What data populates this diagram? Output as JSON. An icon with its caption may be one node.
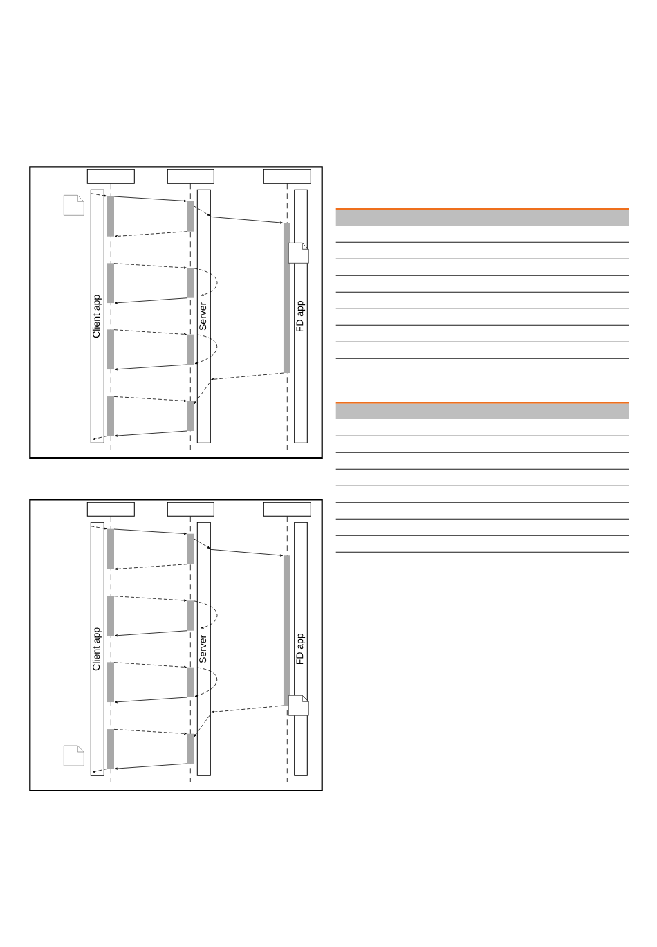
{
  "diagram": {
    "nodes": [
      {
        "text": [],
        "shape": "box"
      },
      {
        "text": [],
        "shape": "box"
      },
      {
        "text": [],
        "shape": "box"
      },
      {
        "text": [
          "Client app"
        ]
      },
      {
        "text": [
          "Server"
        ]
      },
      {
        "text": [
          "FD app"
        ]
      },
      {
        "text": [],
        "shape": "bar"
      },
      {
        "text": [],
        "shape": "bar"
      },
      {
        "text": [],
        "shape": "bar"
      },
      {
        "text": [],
        "shape": "bar"
      },
      {
        "text": [],
        "shape": "bar"
      },
      {
        "text": [],
        "shape": "bar"
      },
      {
        "text": [],
        "shape": "bar"
      },
      {
        "text": [],
        "shape": "bar"
      },
      {
        "text": [],
        "shape": "bar"
      },
      {
        "text": [],
        "shape": "box"
      },
      {
        "text": [],
        "shape": "box"
      },
      {
        "text": [],
        "shape": "box"
      },
      {
        "text": [
          "Client app"
        ]
      },
      {
        "text": [
          "Server"
        ]
      },
      {
        "text": [
          "FD app"
        ]
      },
      {
        "text": [],
        "shape": "bar"
      },
      {
        "text": [],
        "shape": "bar"
      },
      {
        "text": [],
        "shape": "bar"
      },
      {
        "text": [],
        "shape": "bar"
      },
      {
        "text": [],
        "shape": "bar"
      },
      {
        "text": [],
        "shape": "bar"
      },
      {
        "text": [],
        "shape": "bar"
      },
      {
        "text": [],
        "shape": "bar"
      },
      {
        "text": [],
        "shape": "bar"
      }
    ],
    "edges": [
      {
        "from": 3,
        "to": 6,
        "arrow": "to",
        "style": "dashed"
      },
      {
        "from": 6,
        "to": 10,
        "arrow": "to"
      },
      {
        "from": 10,
        "to": 4,
        "arrow": "to",
        "style": "dashed"
      },
      {
        "from": 4,
        "to": 14,
        "arrow": "to"
      },
      {
        "from": 10,
        "to": 6,
        "arrow": "to",
        "style": "dashed"
      },
      {
        "from": 7,
        "to": 11,
        "arrow": "to",
        "style": "dashed"
      },
      {
        "from": 11,
        "to": 4,
        "arrow": "to",
        "style": "dashed"
      },
      {
        "from": 11,
        "to": 7,
        "arrow": "to"
      },
      {
        "from": 8,
        "to": 12,
        "arrow": "to",
        "style": "dashed"
      },
      {
        "from": 4,
        "to": 12,
        "arrow": "to",
        "style": "dashed"
      },
      {
        "from": 12,
        "to": 8,
        "arrow": "to"
      },
      {
        "from": 14,
        "to": 4,
        "arrow": "to",
        "style": "dashed"
      },
      {
        "from": 4,
        "to": 13,
        "arrow": "to",
        "style": "dashed"
      },
      {
        "from": 9,
        "to": 13,
        "arrow": "to",
        "style": "dashed"
      },
      {
        "from": 13,
        "to": 9,
        "arrow": "to"
      },
      {
        "from": 9,
        "to": 3,
        "arrow": "to",
        "style": "dashed"
      },
      {
        "from": 18,
        "to": 21,
        "arrow": "to",
        "style": "dashed"
      },
      {
        "from": 21,
        "to": 25,
        "arrow": "to"
      },
      {
        "from": 25,
        "to": 19,
        "arrow": "to",
        "style": "dashed"
      },
      {
        "from": 19,
        "to": 29,
        "arrow": "to"
      },
      {
        "from": 25,
        "to": 21,
        "arrow": "to",
        "style": "dashed"
      },
      {
        "from": 22,
        "to": 26,
        "arrow": "to",
        "style": "dashed"
      },
      {
        "from": 26,
        "to": 19,
        "arrow": "to",
        "style": "dashed"
      },
      {
        "from": 26,
        "to": 22,
        "arrow": "to"
      },
      {
        "from": 23,
        "to": 27,
        "arrow": "to",
        "style": "dashed"
      },
      {
        "from": 19,
        "to": 27,
        "arrow": "to",
        "style": "dashed"
      },
      {
        "from": 27,
        "to": 23,
        "arrow": "to"
      },
      {
        "from": 29,
        "to": 19,
        "arrow": "to",
        "style": "dashed"
      },
      {
        "from": 19,
        "to": 28,
        "arrow": "to",
        "style": "dashed"
      },
      {
        "from": 24,
        "to": 28,
        "arrow": "to",
        "style": "dashed"
      },
      {
        "from": 28,
        "to": 24,
        "arrow": "to"
      },
      {
        "from": 24,
        "to": 18,
        "arrow": "to",
        "style": "dashed"
      }
    ]
  }
}
